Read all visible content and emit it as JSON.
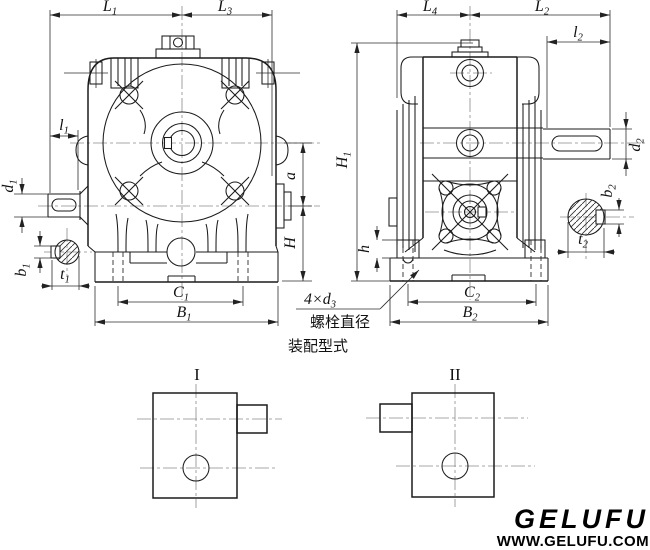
{
  "colors": {
    "line": "#1b1b1b",
    "dim_line": "#2e2e2e",
    "centerline": "#8a8a8a",
    "background": "#ffffff",
    "text": "#111111"
  },
  "front_view": {
    "dims": {
      "L1": {
        "base": "L",
        "sub": "1"
      },
      "L3": {
        "base": "L",
        "sub": "3"
      },
      "l1": {
        "base": "l",
        "sub": "1"
      },
      "d1": {
        "base": "d",
        "sub": "1"
      },
      "b1": {
        "base": "b",
        "sub": "1"
      },
      "t1": {
        "base": "t",
        "sub": "1"
      },
      "C1": {
        "base": "C",
        "sub": "1"
      },
      "B1": {
        "base": "B",
        "sub": "1"
      },
      "a": {
        "base": "a",
        "sub": ""
      },
      "H": {
        "base": "H",
        "sub": ""
      }
    }
  },
  "side_view": {
    "dims": {
      "L4": {
        "base": "L",
        "sub": "4"
      },
      "L2": {
        "base": "L",
        "sub": "2"
      },
      "l2": {
        "base": "l",
        "sub": "2"
      },
      "H1": {
        "base": "H",
        "sub": "1"
      },
      "h": {
        "base": "h",
        "sub": ""
      },
      "d2": {
        "base": "d",
        "sub": "2"
      },
      "b2": {
        "base": "b",
        "sub": "2"
      },
      "t2": {
        "base": "t",
        "sub": "2"
      },
      "C2": {
        "base": "C",
        "sub": "2"
      },
      "B2": {
        "base": "B",
        "sub": "2"
      }
    }
  },
  "notes": {
    "bolt_dim": {
      "base": "4×d",
      "sub": "3"
    },
    "bolt_text": "螺栓直径",
    "assembly_title": "装配型式"
  },
  "figures": {
    "fig1": "I",
    "fig2": "II"
  },
  "branding": {
    "logo": "GELUFU",
    "website": "WWW.GELUFU.COM"
  }
}
